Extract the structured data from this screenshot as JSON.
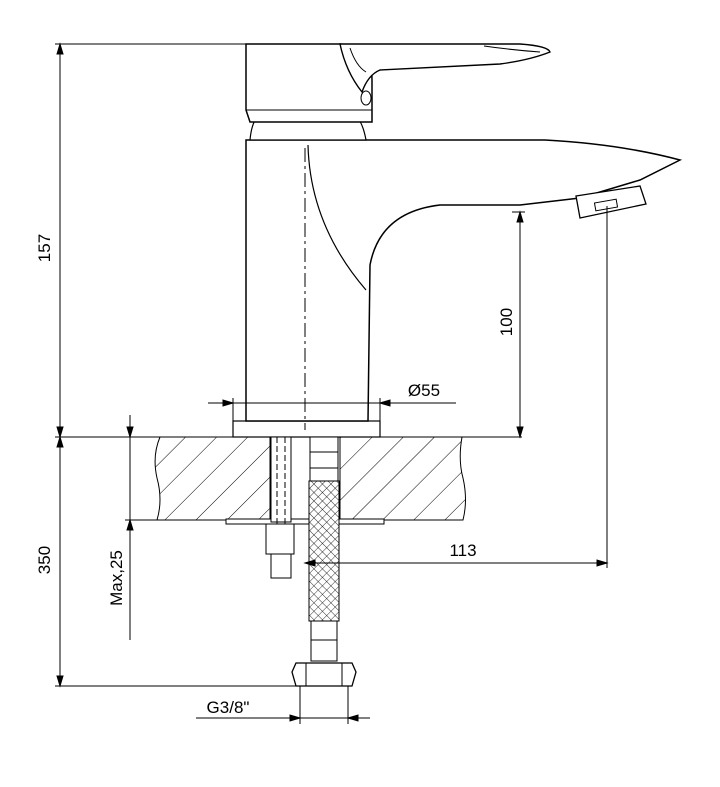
{
  "dimensions": {
    "total_height": "157",
    "spout_height": "100",
    "body_diameter": "Ø55",
    "reach": "113",
    "hose_length": "350",
    "max_thickness": "Max,25",
    "thread": "G3/8\""
  },
  "colors": {
    "line": "#000000",
    "background": "#ffffff"
  }
}
